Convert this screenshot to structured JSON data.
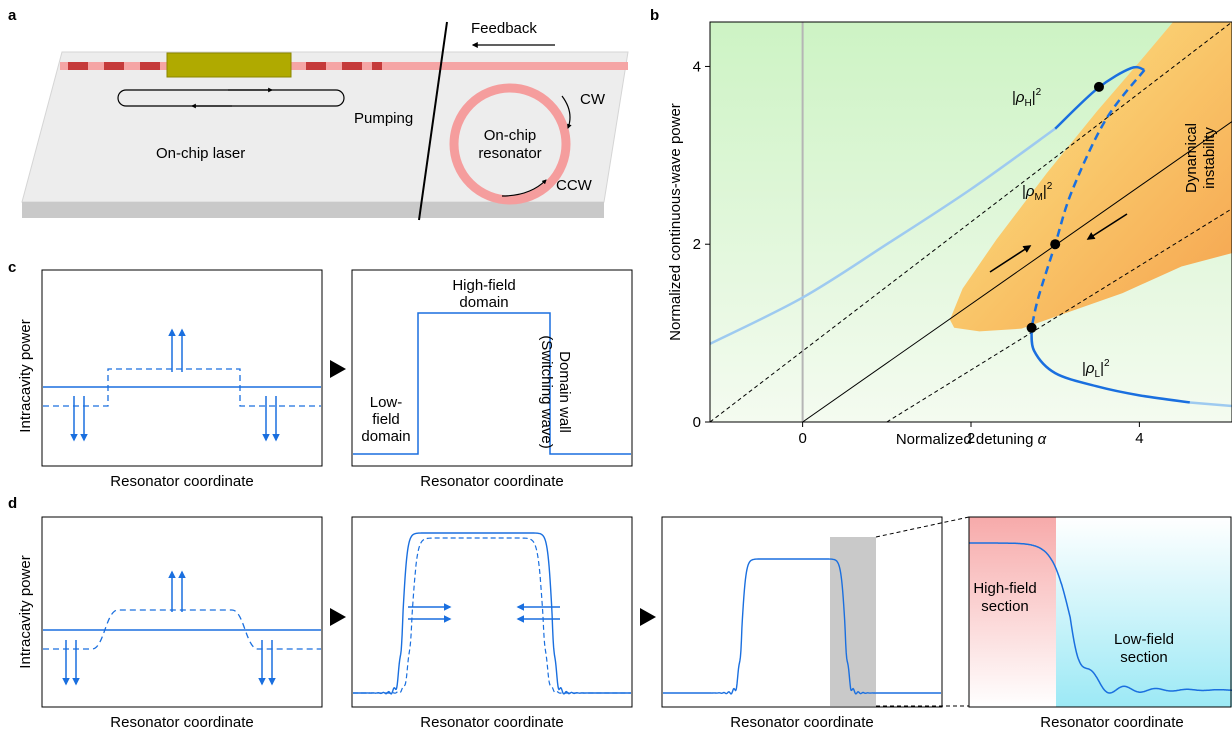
{
  "panels": {
    "a": {
      "label": "a",
      "feedback": "Feedback",
      "pumping": "Pumping",
      "on_chip_laser": "On-chip laser",
      "resonator_line1": "On-chip",
      "resonator_line2": "resonator",
      "cw": "CW",
      "ccw": "CCW"
    },
    "b": {
      "label": "b",
      "xlabel": "Normalized detuning",
      "xlabel_symbol": "α",
      "ylabel": "Normalized continuous-wave power",
      "xticks": [
        "0",
        "2",
        "4"
      ],
      "yticks": [
        "0",
        "2",
        "4"
      ],
      "region_label_line1": "Dynamical",
      "region_label_line2": "instability",
      "rho_H_sub": "H",
      "rho_M_sub": "M",
      "rho_L_sub": "L",
      "rho_symbol": "ρ",
      "sup": "2"
    },
    "c": {
      "label": "c",
      "ylabel": "Intracavity power",
      "xlabel1": "Resonator coordinate",
      "xlabel2": "Resonator coordinate",
      "high_field_line1": "High-field",
      "high_field_line2": "domain",
      "low_field_line1": "Low-",
      "low_field_line2": "field",
      "low_field_line3": "domain",
      "domain_wall_line1": "Domain wall",
      "domain_wall_line2": "(Switching wave)"
    },
    "d": {
      "label": "d",
      "ylabel": "Intracavity power",
      "xlabel1": "Resonator coordinate",
      "xlabel2": "Resonator coordinate",
      "xlabel3": "Resonator coordinate",
      "xlabel4": "Resonator coordinate",
      "high_section_line1": "High-field",
      "high_section_line2": "section",
      "low_section_line1": "Low-field",
      "low_section_line2": "section"
    }
  },
  "colors": {
    "curve_blue": "#1a6fdf",
    "curve_light_blue": "#9ecaf0",
    "stable_green": "#d4f5cc",
    "instability_orange": "#f9b45c",
    "bistable_yellow": "#fbf48f",
    "waveguide_red": "#f29a9a",
    "gain_olive": "#b3ad00",
    "high_field_pink": "#f7b3b3",
    "low_field_cyan": "#a8edf7"
  },
  "chart_data": {
    "type": "line",
    "title": "",
    "xlabel": "Normalized detuning α",
    "ylabel": "Normalized continuous-wave power",
    "xlim": [
      -1.1,
      5.1
    ],
    "ylim": [
      0,
      4.5
    ],
    "xticks": [
      0,
      2,
      4
    ],
    "yticks": [
      0,
      2,
      4
    ],
    "series": [
      {
        "name": "|ρH|²",
        "stability": "stable upper branch",
        "x": [
          -1.1,
          0,
          1.0,
          2.0,
          3.0,
          3.5,
          3.9,
          4.06
        ],
        "y": [
          0.88,
          1.4,
          2.0,
          2.62,
          3.3,
          3.75,
          3.98,
          3.96
        ]
      },
      {
        "name": "|ρM|²",
        "stability": "unstable middle branch",
        "x": [
          4.06,
          3.6,
          3.2,
          3.0,
          2.8,
          2.72
        ],
        "y": [
          3.96,
          3.4,
          2.6,
          2.0,
          1.4,
          1.06
        ]
      },
      {
        "name": "|ρL|²",
        "stability": "stable lower branch",
        "x": [
          2.72,
          2.75,
          3.0,
          3.5,
          4.0,
          4.6,
          5.1
        ],
        "y": [
          1.06,
          0.8,
          0.55,
          0.4,
          0.3,
          0.22,
          0.18
        ]
      }
    ],
    "guide_lines": [
      {
        "style": "dashed",
        "x": [
          -1.1,
          5.1
        ],
        "y": [
          0,
          4.5
        ]
      },
      {
        "style": "solid",
        "x": [
          0,
          5.1
        ],
        "y": [
          0,
          3.38
        ]
      },
      {
        "style": "dashed",
        "x": [
          1.0,
          5.1
        ],
        "y": [
          0,
          2.4
        ]
      }
    ],
    "points": [
      {
        "name": "|ρH|²",
        "x": 3.52,
        "y": 3.77
      },
      {
        "name": "|ρM|²",
        "x": 3.0,
        "y": 2.0
      },
      {
        "name": "|ρL|²",
        "x": 2.72,
        "y": 1.06
      }
    ],
    "grid": false,
    "legend": "none"
  }
}
